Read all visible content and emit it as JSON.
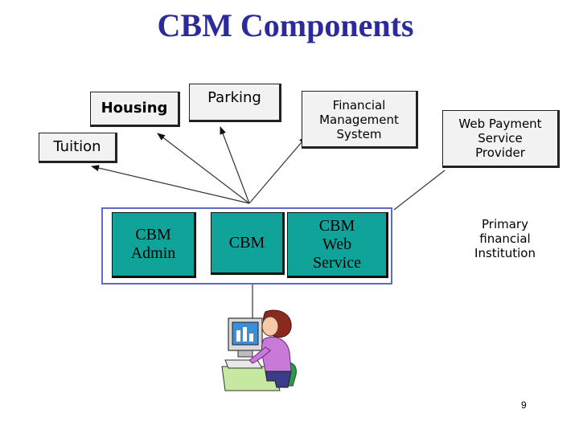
{
  "title": "CBM Components",
  "boxes": {
    "housing": "Housing",
    "parking": "Parking",
    "tuition": "Tuition",
    "fms": [
      "Financial",
      "Management",
      "System"
    ],
    "web_payment": [
      "Web Payment",
      "Service",
      "Provider"
    ]
  },
  "components": {
    "cbm_admin": [
      "CBM",
      "Admin"
    ],
    "cbm": "CBM",
    "cbm_web_service": [
      "CBM",
      "Web",
      "Service"
    ]
  },
  "primary_institution": [
    "Primary",
    "financial",
    "Institution"
  ],
  "page_number": "9",
  "colors": {
    "title": "#2b2b9a",
    "component": "#0fa39a",
    "frame": "#5b6cc8"
  },
  "icons": [
    "user-at-computer-icon"
  ]
}
